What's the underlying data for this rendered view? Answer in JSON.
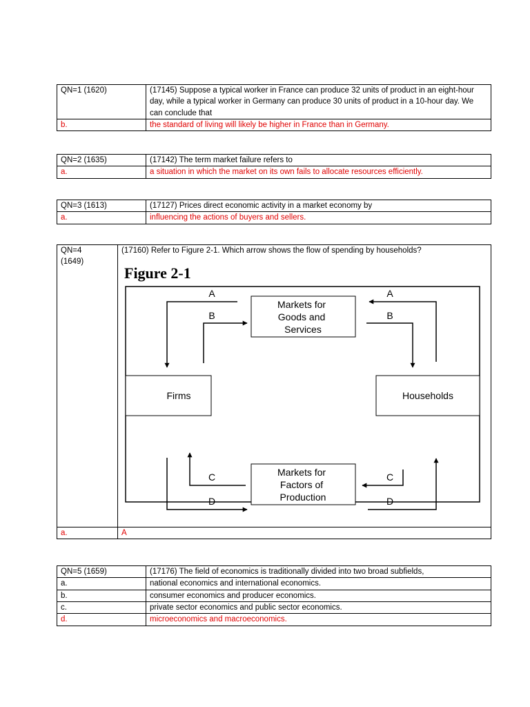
{
  "questions": [
    {
      "qn": "QN=1 (1620)",
      "stem": "(17145) Suppose a typical worker in France can produce 32 units of product in an eight-hour day, while a typical worker in Germany can produce 30 units of product in a 10-hour day. We can conclude that",
      "options": [
        {
          "letter": "b.",
          "text": "the standard of living will likely be higher in France than in Germany.",
          "correct": true
        }
      ]
    },
    {
      "qn": "QN=2 (1635)",
      "stem": "(17142) The term market failure refers to",
      "options": [
        {
          "letter": "a.",
          "text": "a situation in which the market on its own fails to allocate resources efficiently.",
          "correct": true
        }
      ]
    },
    {
      "qn": "QN=3 (1613)",
      "stem": "(17127) Prices direct economic activity in a market economy by",
      "options": [
        {
          "letter": "a.",
          "text": "influencing the actions of buyers and sellers.",
          "correct": true
        }
      ]
    },
    {
      "qn_line1": "QN=4",
      "qn_line2": "(1649)",
      "stem": "(17160) Refer to Figure 2-1. Which arrow shows the flow of spending by households?",
      "figure": {
        "title": "Figure 2-1",
        "boxes": {
          "goods_market": [
            "Markets for",
            "Goods and",
            "Services"
          ],
          "factor_market": [
            "Markets for",
            "Factors of",
            "Production"
          ],
          "firms": "Firms",
          "households": "Households"
        },
        "arrow_labels": {
          "a": "A",
          "b": "B",
          "c": "C",
          "d": "D"
        }
      },
      "options": [
        {
          "letter": "a.",
          "text": "A",
          "correct": true
        }
      ]
    },
    {
      "qn": "QN=5 (1659)",
      "stem": "(17176) The field of economics is traditionally divided into two broad subfields,",
      "options": [
        {
          "letter": "a.",
          "text": "national economics and international economics.",
          "correct": false
        },
        {
          "letter": "b.",
          "text": "consumer economics and producer economics.",
          "correct": false
        },
        {
          "letter": "c.",
          "text": "private sector economics and public sector economics.",
          "correct": false
        },
        {
          "letter": "d.",
          "text": "microeconomics and macroeconomics.",
          "correct": true
        }
      ]
    }
  ],
  "colors": {
    "answer": "#e00000",
    "text": "#000000"
  }
}
